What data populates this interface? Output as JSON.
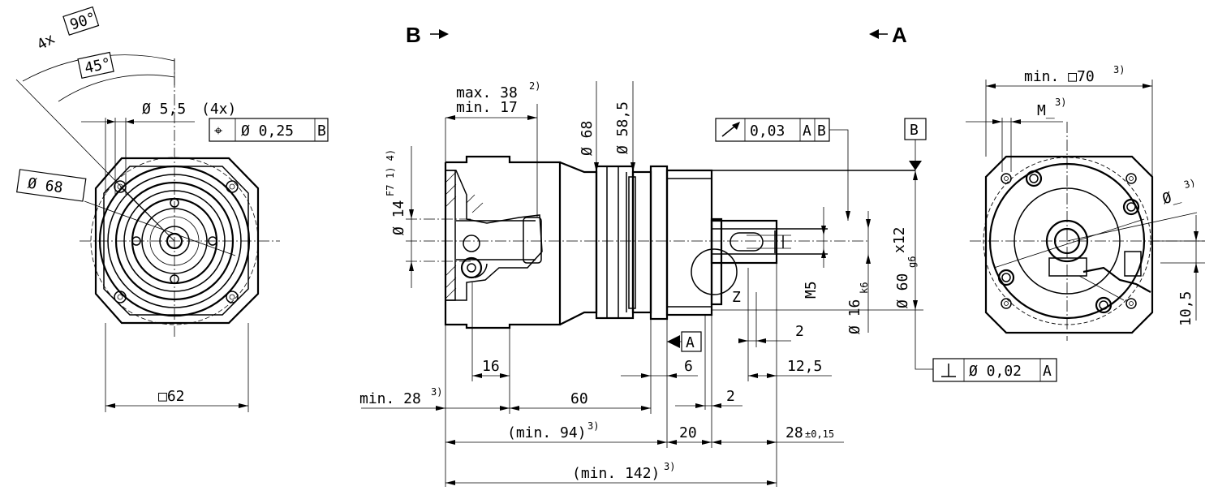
{
  "views": {
    "view_b_label": "B",
    "view_a_label": "A"
  },
  "left_view": {
    "angle_count": "4x",
    "angle_90": "90°",
    "angle_45": "45°",
    "hole_dia": "Ø 5,5",
    "hole_count": "(4x)",
    "position_symbol": "⌖",
    "position_tol": "Ø 0,25",
    "position_datum": "B",
    "pcd": "Ø 68",
    "square": "□62"
  },
  "side_view": {
    "bore": "Ø 14",
    "bore_fit": "F7",
    "bore_note": "1) 4)",
    "clamp_max": "max. 38",
    "clamp_max_note": "2)",
    "clamp_min": "min. 17",
    "dia_68": "Ø 68",
    "dia_585": "Ø 58,5",
    "runout_tol": "0,03",
    "runout_datum_a": "A",
    "runout_datum_b": "B",
    "datum_b": "B",
    "datum_a": "A",
    "pilot": "Ø 60",
    "pilot_fit": "g6",
    "pilot_depth": "x12",
    "thread": "M5",
    "shaft": "Ø 16",
    "shaft_fit": "k6",
    "detail": "Z",
    "d_16": "16",
    "d_6": "6",
    "d_2a": "2",
    "d_125": "12,5",
    "d_min28": "min. 28",
    "d_min28_note": "3)",
    "d_60": "60",
    "d_2b": "2",
    "d_min94": "(min. 94)",
    "d_min94_note": "3)",
    "d_20": "20",
    "d_28": "28",
    "d_28_tol": "±0,15",
    "d_min142": "(min. 142)",
    "d_min142_note": "3)",
    "perp_tol": "Ø 0,02",
    "perp_datum": "A"
  },
  "right_view": {
    "square": "min. □70",
    "square_note": "3)",
    "thread": "M_",
    "thread_note": "3)",
    "dia": "Ø_",
    "dia_note": "3)",
    "d_105": "10,5"
  }
}
